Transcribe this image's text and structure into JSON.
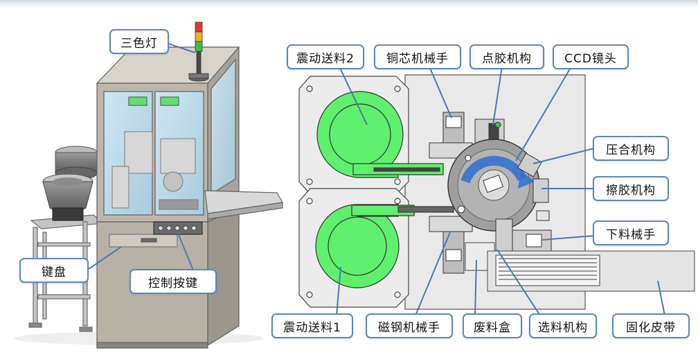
{
  "colors": {
    "callout_border": "#5b86c2",
    "leader_line": "#4b77b4",
    "hopper_green": "#5ff06d",
    "frame_gray": "#b8b2a8",
    "panel_blue": "#b8d6e6",
    "plate_gray": "#d7d7d7",
    "arrow_blue": "#2f6fd0"
  },
  "labels": {
    "tricolor_light": "三色灯",
    "keyboard": "键盘",
    "control_buttons": "控制按键",
    "vibration_feeder_2": "震动送料2",
    "copper_core_manipulator": "铜芯机械手",
    "dispensing_mechanism": "点胶机构",
    "ccd_lens": "CCD镜头",
    "pressing_mechanism": "压合机构",
    "glue_wiping_mechanism": "擦胶机构",
    "unloading_manipulator": "下料械手",
    "vibration_feeder_1": "震动送料1",
    "magnet_manipulator": "磁钢机械手",
    "waste_box": "废料盒",
    "sorting_mechanism": "选料机构",
    "curing_belt": "固化皮带"
  }
}
